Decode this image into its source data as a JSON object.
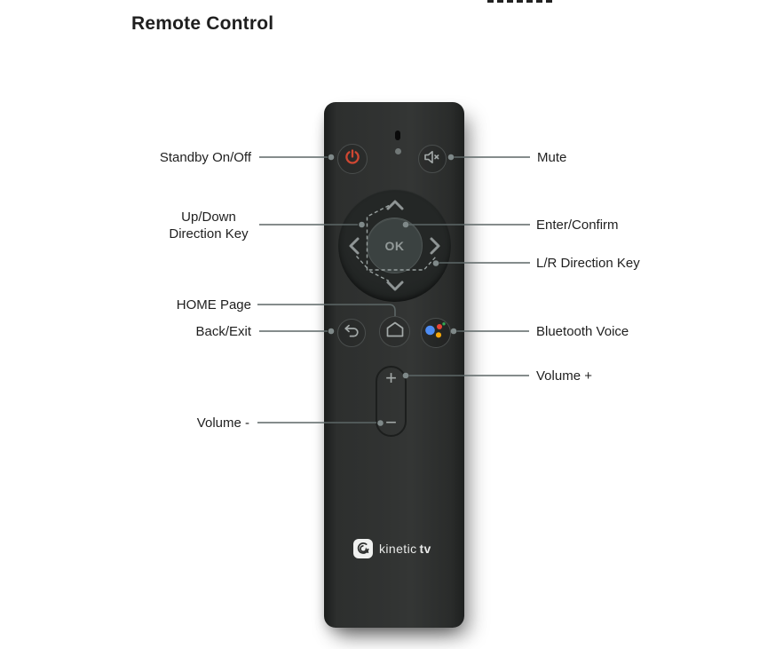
{
  "title": "Remote Control",
  "labels": {
    "standby": "Standby On/Off",
    "updown": "Up/Down Direction Key",
    "home": "HOME Page",
    "back": "Back/Exit",
    "volume_minus": "Volume -",
    "mute": "Mute",
    "enter": "Enter/Confirm",
    "lr": "L/R Direction Key",
    "bluetooth": "Bluetooth Voice",
    "volume_plus": "Volume +"
  },
  "remote": {
    "ok": "OK",
    "volume_plus_glyph": "+",
    "volume_minus_glyph": "−",
    "brand_name": "kinetic",
    "brand_suffix": "tv"
  },
  "icons": {
    "power": "power-symbol",
    "mute": "speaker-muted",
    "up": "chevron-up",
    "down": "chevron-down",
    "left": "chevron-left",
    "right": "chevron-right",
    "back": "return-arrow",
    "home": "house-outline",
    "assistant": "google-assistant-dots",
    "brand": "swirl-logo"
  },
  "colors": {
    "accent_red": "#cf4732",
    "icon_gray": "#a4aaa9",
    "line": "#5d6767",
    "dot": "#7f8989",
    "dashed_line": "#98a09f",
    "label_text": "#1f1f1f",
    "remote_body": "#313332",
    "dpad": "#242726",
    "ok_fill": "#3b4241",
    "assistant_blue": "#4e8df5",
    "assistant_red": "#e94335",
    "assistant_green": "#34a853",
    "assistant_amber": "#f5a70a",
    "brand_white": "#f0f1f0"
  }
}
